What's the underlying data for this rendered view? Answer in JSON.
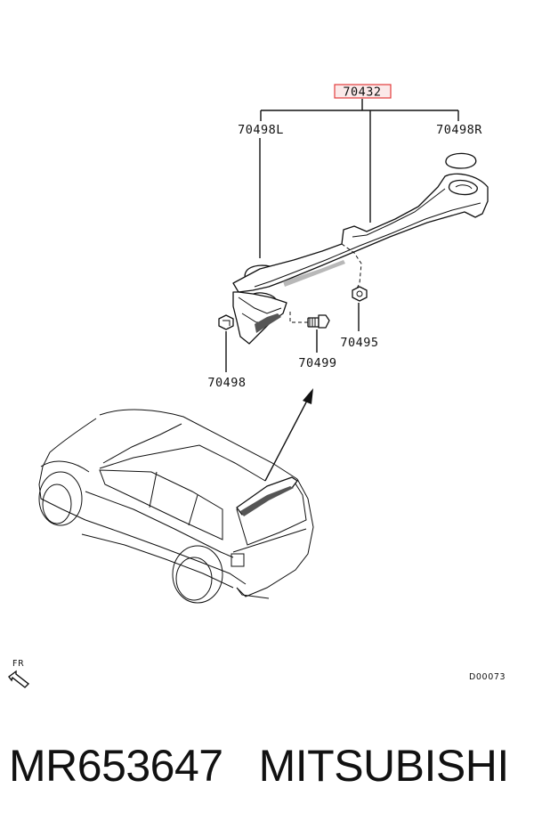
{
  "callouts": {
    "main": "70432",
    "left_plug": "70498L",
    "right_plug": "70498R",
    "grommet": "70498",
    "bolt": "70499",
    "nut": "70495"
  },
  "direction_label": "FR",
  "drawing_code": "D00073",
  "caption": {
    "part_number": "MR653647",
    "brand": "MITSUBISHI"
  },
  "colors": {
    "line": "#111111",
    "highlight_box": "#e23b3b",
    "background": "#ffffff"
  }
}
